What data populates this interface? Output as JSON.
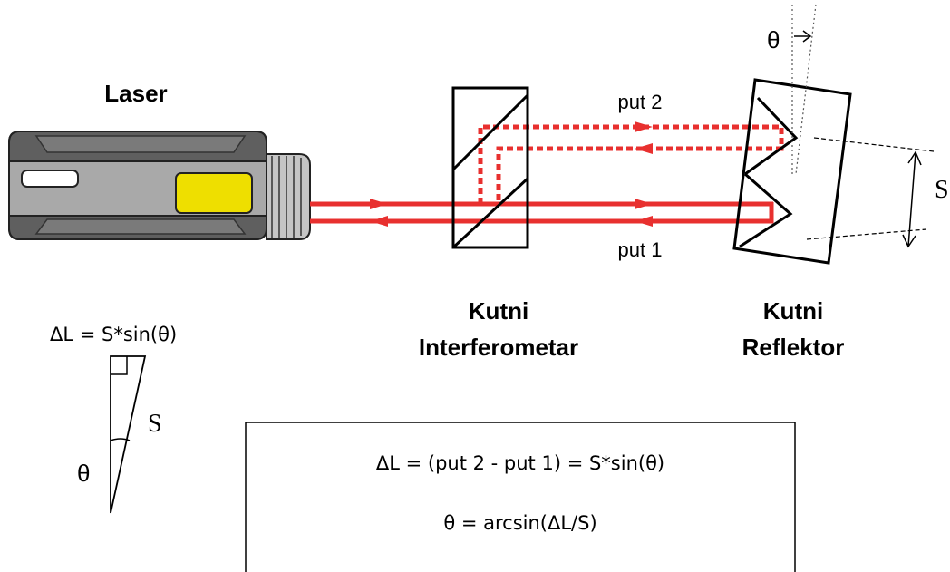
{
  "labels": {
    "laser": "Laser",
    "put2": "put 2",
    "put1": "put 1",
    "theta_top": "θ",
    "s_right": "S",
    "interferometer_line1": "Kutni",
    "interferometer_line2": "Interferometar",
    "reflector_line1": "Kutni",
    "reflector_line2": "Reflektor",
    "delta_l_formula": "ΔL = S*sin(θ)",
    "triangle_s": "S",
    "triangle_theta": "θ"
  },
  "formula_box": {
    "line1": "ΔL = (put 2 - put 1) = S*sin(θ)",
    "line2": "θ = arcsin(ΔL/S)"
  },
  "colors": {
    "beam": "#e8302f",
    "laser_body": "#a7a7a7",
    "laser_dark": "#5d5d5d",
    "laser_window": "#f0e000"
  }
}
